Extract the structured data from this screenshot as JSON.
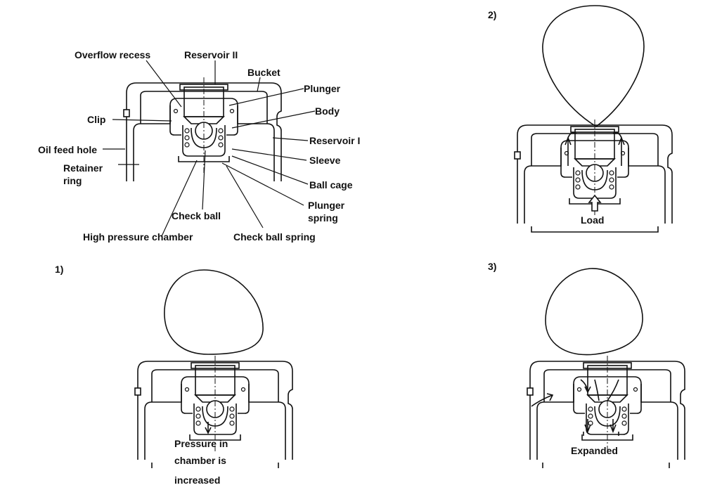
{
  "main_diagram": {
    "labels": {
      "overflow_recess": "Overflow recess",
      "reservoir_ii": "Reservoir II",
      "bucket": "Bucket",
      "plunger": "Plunger",
      "clip": "Clip",
      "body": "Body",
      "oil_feed_hole": "Oil feed  hole",
      "reservoir_i": "Reservoir I",
      "retainer": "Retainer",
      "ring": "ring",
      "sleeve": "Sleeve",
      "ball_cage": "Ball cage",
      "plunger_spring_1": "Plunger",
      "plunger_spring_2": "spring",
      "check_ball": "Check ball",
      "high_pressure_chamber": "High pressure chamber",
      "check_ball_spring": "Check ball spring"
    }
  },
  "stages": {
    "stage1": {
      "number": "1)",
      "caption_1": "Pressure in",
      "caption_2": "chamber is",
      "caption_3": "increased"
    },
    "stage2": {
      "number": "2)",
      "caption": "Load"
    },
    "stage3": {
      "number": "3)",
      "caption": "Expanded"
    }
  }
}
